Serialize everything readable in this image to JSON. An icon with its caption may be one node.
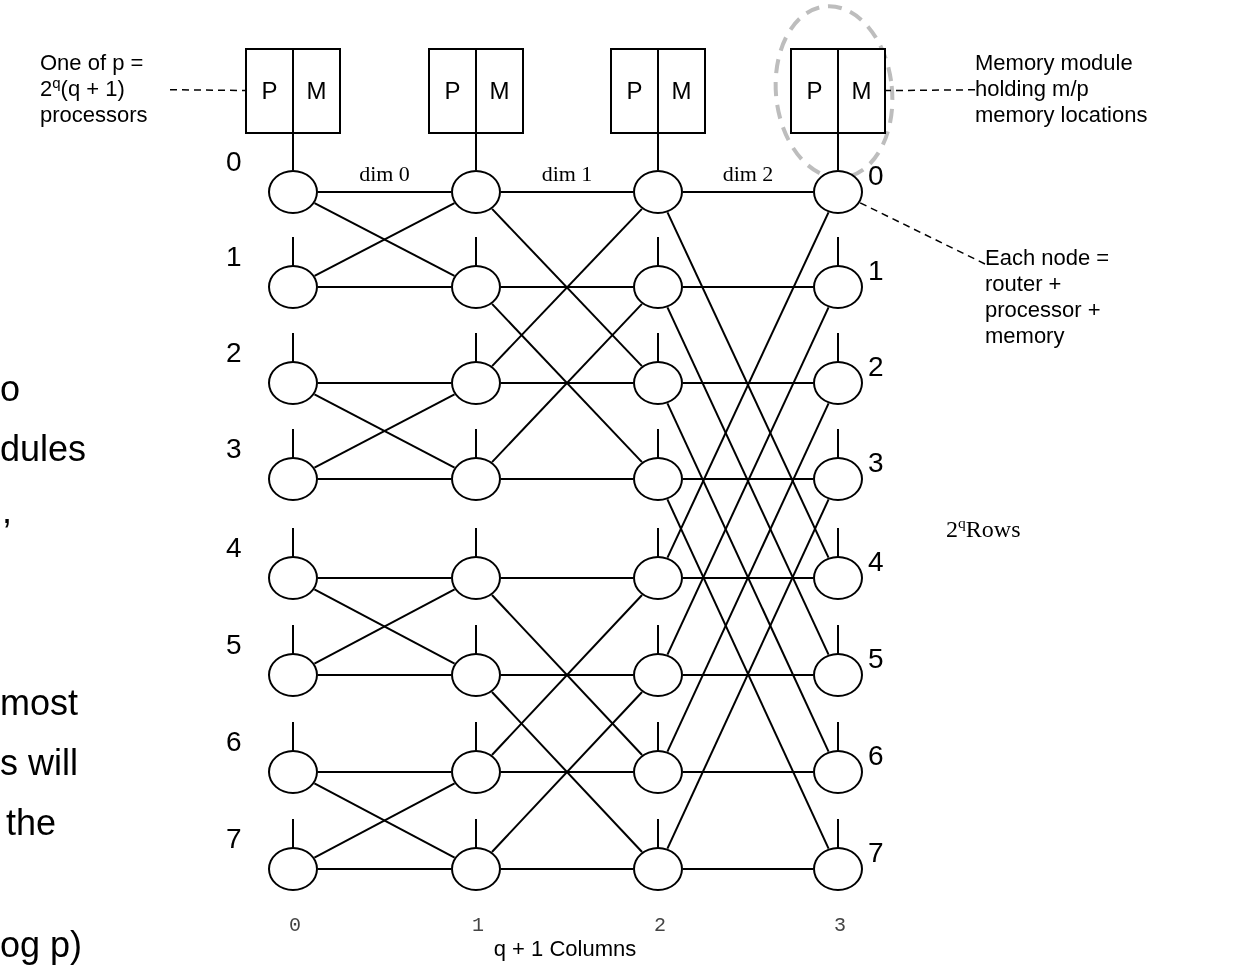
{
  "diagram": {
    "nodes": [
      {
        "text": [
          "One of p = 2$^{q}$(q + 1) processors"
        ]
      },
      {
        "text": [
          "P",
          "M"
        ]
      },
      {
        "text": [
          "P",
          "M"
        ]
      },
      {
        "text": [
          "P",
          "M"
        ]
      },
      {
        "text": [
          "P",
          "M"
        ]
      },
      {
        "text": [
          "Memory module holding m/p memory locations"
        ]
      },
      {
        "text": [
          "Each node = router + processor + memory"
        ]
      },
      {
        "text": [],
        "shape": "circle"
      },
      {
        "text": [],
        "shape": "circle"
      },
      {
        "text": [],
        "shape": "circle"
      },
      {
        "text": [],
        "shape": "circle"
      },
      {
        "text": [],
        "shape": "circle"
      },
      {
        "text": [],
        "shape": "circle"
      },
      {
        "text": [],
        "shape": "circle"
      },
      {
        "text": [],
        "shape": "circle"
      },
      {
        "text": [],
        "shape": "circle"
      },
      {
        "text": [],
        "shape": "circle"
      },
      {
        "text": [],
        "shape": "circle"
      },
      {
        "text": [],
        "shape": "circle"
      },
      {
        "text": [],
        "shape": "circle"
      },
      {
        "text": [],
        "shape": "circle"
      },
      {
        "text": [],
        "shape": "circle"
      },
      {
        "text": [],
        "shape": "circle"
      },
      {
        "text": [],
        "shape": "circle"
      },
      {
        "text": [],
        "shape": "circle"
      },
      {
        "text": [],
        "shape": "circle"
      },
      {
        "text": [],
        "shape": "circle"
      },
      {
        "text": [],
        "shape": "circle"
      },
      {
        "text": [],
        "shape": "circle"
      },
      {
        "text": [],
        "shape": "circle"
      },
      {
        "text": [],
        "shape": "circle"
      },
      {
        "text": [],
        "shape": "circle"
      },
      {
        "text": [],
        "shape": "circle"
      },
      {
        "text": [],
        "shape": "circle"
      },
      {
        "text": [],
        "shape": "circle"
      },
      {
        "text": [],
        "shape": "circle"
      },
      {
        "text": [],
        "shape": "circle"
      },
      {
        "text": [],
        "shape": "circle"
      },
      {
        "text": [],
        "shape": "circle"
      }
    ],
    "edges": [
      {
        "from": 0,
        "to": 1,
        "arrow": "none",
        "style": "dashed"
      },
      {
        "from": 5,
        "to": 4,
        "arrow": "none",
        "style": "dashed"
      },
      {
        "from": 6,
        "to": 10,
        "arrow": "none",
        "style": "dashed"
      },
      {
        "from": 1,
        "to": 7,
        "arrow": "none"
      },
      {
        "from": 2,
        "to": 8,
        "arrow": "none"
      },
      {
        "from": 3,
        "to": 9,
        "arrow": "none"
      },
      {
        "from": 4,
        "to": 10,
        "arrow": "none"
      },
      {
        "from": 7,
        "to": 8,
        "arrow": "none",
        "label": "dim 0"
      },
      {
        "from": 8,
        "to": 9,
        "arrow": "none",
        "label": "dim 1"
      },
      {
        "from": 9,
        "to": 10,
        "arrow": "none",
        "label": "dim 2"
      },
      {
        "from": 11,
        "to": 12,
        "arrow": "none"
      },
      {
        "from": 12,
        "to": 13,
        "arrow": "none"
      },
      {
        "from": 13,
        "to": 14,
        "arrow": "none"
      },
      {
        "from": 15,
        "to": 16,
        "arrow": "none"
      },
      {
        "from": 16,
        "to": 17,
        "arrow": "none"
      },
      {
        "from": 17,
        "to": 18,
        "arrow": "none"
      },
      {
        "from": 19,
        "to": 20,
        "arrow": "none"
      },
      {
        "from": 20,
        "to": 21,
        "arrow": "none"
      },
      {
        "from": 21,
        "to": 22,
        "arrow": "none"
      },
      {
        "from": 23,
        "to": 24,
        "arrow": "none"
      },
      {
        "from": 24,
        "to": 25,
        "arrow": "none"
      },
      {
        "from": 25,
        "to": 26,
        "arrow": "none"
      },
      {
        "from": 27,
        "to": 28,
        "arrow": "none"
      },
      {
        "from": 28,
        "to": 29,
        "arrow": "none"
      },
      {
        "from": 29,
        "to": 30,
        "arrow": "none"
      },
      {
        "from": 31,
        "to": 32,
        "arrow": "none"
      },
      {
        "from": 32,
        "to": 33,
        "arrow": "none"
      },
      {
        "from": 33,
        "to": 34,
        "arrow": "none"
      },
      {
        "from": 35,
        "to": 36,
        "arrow": "none"
      },
      {
        "from": 36,
        "to": 37,
        "arrow": "none"
      },
      {
        "from": 37,
        "to": 38,
        "arrow": "none"
      },
      {
        "from": 7,
        "to": 12,
        "arrow": "none"
      },
      {
        "from": 11,
        "to": 8,
        "arrow": "none"
      },
      {
        "from": 15,
        "to": 20,
        "arrow": "none"
      },
      {
        "from": 19,
        "to": 16,
        "arrow": "none"
      },
      {
        "from": 23,
        "to": 28,
        "arrow": "none"
      },
      {
        "from": 27,
        "to": 24,
        "arrow": "none"
      },
      {
        "from": 31,
        "to": 36,
        "arrow": "none"
      },
      {
        "from": 35,
        "to": 32,
        "arrow": "none"
      },
      {
        "from": 8,
        "to": 17,
        "arrow": "none"
      },
      {
        "from": 12,
        "to": 21,
        "arrow": "none"
      },
      {
        "from": 16,
        "to": 9,
        "arrow": "none"
      },
      {
        "from": 20,
        "to": 13,
        "arrow": "none"
      },
      {
        "from": 24,
        "to": 33,
        "arrow": "none"
      },
      {
        "from": 28,
        "to": 37,
        "arrow": "none"
      },
      {
        "from": 32,
        "to": 25,
        "arrow": "none"
      },
      {
        "from": 36,
        "to": 29,
        "arrow": "none"
      },
      {
        "from": 9,
        "to": 26,
        "arrow": "none"
      },
      {
        "from": 13,
        "to": 30,
        "arrow": "none"
      },
      {
        "from": 17,
        "to": 34,
        "arrow": "none"
      },
      {
        "from": 21,
        "to": 38,
        "arrow": "none"
      },
      {
        "from": 25,
        "to": 10,
        "arrow": "none"
      },
      {
        "from": 29,
        "to": 14,
        "arrow": "none"
      },
      {
        "from": 33,
        "to": 18,
        "arrow": "none"
      },
      {
        "from": 37,
        "to": 22,
        "arrow": "none"
      }
    ],
    "labels": [
      "o",
      "dules",
      ",",
      "most",
      "s will",
      "the",
      "og p)",
      "0",
      "1",
      "2",
      "3",
      "4",
      "5",
      "6",
      "7",
      "0",
      "1",
      "2",
      "3",
      "4",
      "5",
      "6",
      "7",
      "2$^{q}$Rows",
      "0",
      "1",
      "2",
      "3",
      "q + 1 Columns"
    ]
  }
}
